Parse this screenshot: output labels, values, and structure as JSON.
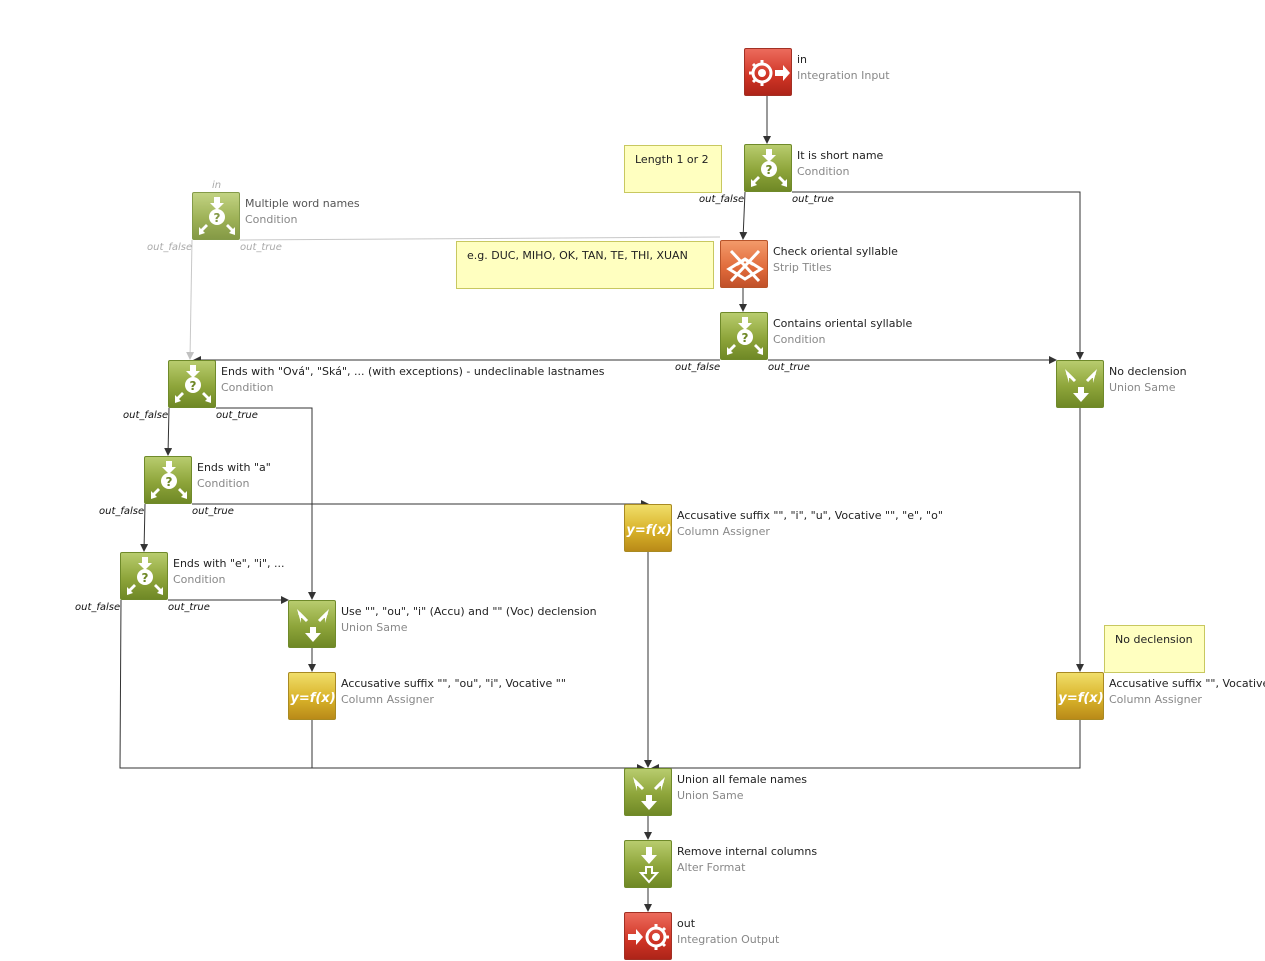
{
  "nodes": [
    {
      "id": "in",
      "name": "in",
      "type": "Integration Input",
      "kind": "red",
      "icon": "integration-input-icon"
    },
    {
      "id": "shortname",
      "name": "It is short name",
      "type": "Condition",
      "kind": "green",
      "icon": "condition-icon"
    },
    {
      "id": "multiword",
      "name": "Multiple word names",
      "type": "Condition",
      "kind": "green",
      "icon": "condition-icon",
      "dim": true
    },
    {
      "id": "checkoriental",
      "name": "Check oriental syllable",
      "type": "Strip Titles",
      "kind": "orange",
      "icon": "strip-titles-icon"
    },
    {
      "id": "containsoriental",
      "name": "Contains oriental syllable",
      "type": "Condition",
      "kind": "green",
      "icon": "condition-icon"
    },
    {
      "id": "endsova",
      "name": "Ends with \"Ová\", \"Ská\", ... (with exceptions) - undeclinable lastnames",
      "type": "Condition",
      "kind": "green",
      "icon": "condition-icon"
    },
    {
      "id": "nodecl",
      "name": "No declension",
      "type": "Union Same",
      "kind": "green",
      "icon": "union-same-icon"
    },
    {
      "id": "endsa",
      "name": "Ends with \"a\"",
      "type": "Condition",
      "kind": "green",
      "icon": "condition-icon"
    },
    {
      "id": "accu_a",
      "name": "Accusative suffix \"\", \"i\", \"u\", Vocative \"\", \"e\", \"o\"",
      "type": "Column Assigner",
      "kind": "yellow",
      "icon": "function-icon"
    },
    {
      "id": "endse",
      "name": "Ends with \"e\", \"i\", ...",
      "type": "Condition",
      "kind": "green",
      "icon": "condition-icon"
    },
    {
      "id": "useou",
      "name": "Use \"\", \"ou\", \"i\" (Accu) and \"\" (Voc) declension",
      "type": "Union Same",
      "kind": "green",
      "icon": "union-same-icon"
    },
    {
      "id": "accu_ou",
      "name": "Accusative suffix \"\", \"ou\", \"i\", Vocative \"\"",
      "type": "Column Assigner",
      "kind": "yellow",
      "icon": "function-icon"
    },
    {
      "id": "accu_none",
      "name": "Accusative suffix \"\", Vocative \"\"",
      "type": "Column Assigner",
      "kind": "yellow",
      "icon": "function-icon"
    },
    {
      "id": "unionall",
      "name": "Union all female names",
      "type": "Union Same",
      "kind": "green",
      "icon": "union-same-icon"
    },
    {
      "id": "removecols",
      "name": "Remove internal columns",
      "type": "Alter Format",
      "kind": "green",
      "icon": "alter-format-icon"
    },
    {
      "id": "out",
      "name": "out",
      "type": "Integration Output",
      "kind": "red",
      "icon": "integration-output-icon"
    }
  ],
  "notes": [
    {
      "id": "note1",
      "text": "Length 1 or 2"
    },
    {
      "id": "note2",
      "text": "e.g. DUC, MIHO, OK, TAN, TE, THI, XUAN"
    },
    {
      "id": "note3",
      "text": "No declension"
    }
  ],
  "ports": [
    {
      "id": "p_mw_in",
      "text": "in",
      "dim": true
    },
    {
      "id": "p_mw_f",
      "text": "out_false",
      "dim": true
    },
    {
      "id": "p_mw_t",
      "text": "out_true",
      "dim": true
    },
    {
      "id": "p_sn_f",
      "text": "out_false"
    },
    {
      "id": "p_sn_t",
      "text": "out_true"
    },
    {
      "id": "p_co_f",
      "text": "out_false"
    },
    {
      "id": "p_co_t",
      "text": "out_true"
    },
    {
      "id": "p_eo_f",
      "text": "out_false"
    },
    {
      "id": "p_eo_t",
      "text": "out_true"
    },
    {
      "id": "p_ea_f",
      "text": "out_false"
    },
    {
      "id": "p_ea_t",
      "text": "out_true"
    },
    {
      "id": "p_ee_f",
      "text": "out_false"
    },
    {
      "id": "p_ee_t",
      "text": "out_true"
    }
  ],
  "colors": {
    "wire": "#333333",
    "wire_dim": "#c8c8c8",
    "note_bg": "#ffffc0"
  }
}
